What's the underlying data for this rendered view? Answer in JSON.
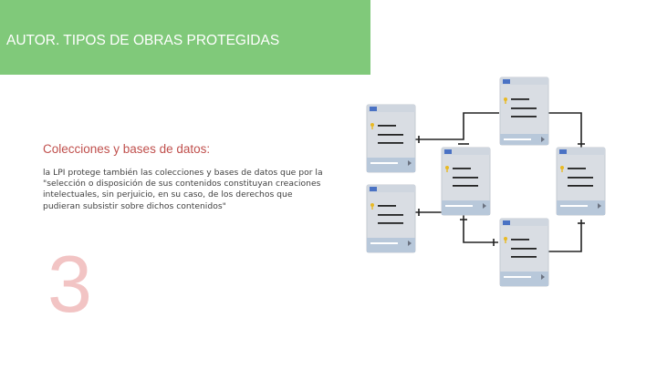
{
  "header": {
    "title": "AUTOR. TIPOS DE OBRAS PROTEGIDAS",
    "accent_color": "#80c97a"
  },
  "section": {
    "heading": "Colecciones y bases de datos:",
    "body": "la LPI protege también las colecciones y bases de datos que por la \"selección o disposición de sus contenidos constituyan creaciones intelectuales, sin perjuicio, en su caso, de los derechos que pudieran subsistir sobre dichos contenidos\"",
    "number": "3",
    "heading_color": "#c0504d",
    "number_color": "#f2c4c4"
  },
  "diagram": {
    "icon": "database-schema-icon",
    "tables": [
      {
        "name": "table-1",
        "has_key": true
      },
      {
        "name": "table-2",
        "has_key": true
      },
      {
        "name": "table-3",
        "has_key": true
      },
      {
        "name": "table-4",
        "has_key": true
      },
      {
        "name": "table-5",
        "has_key": true
      }
    ],
    "colors": {
      "card": "#d9dde3",
      "card_border": "#c4cad2",
      "header": "#4a72c4",
      "footer": "#b8c8da",
      "key": "#e8b923",
      "line": "#222222"
    }
  }
}
